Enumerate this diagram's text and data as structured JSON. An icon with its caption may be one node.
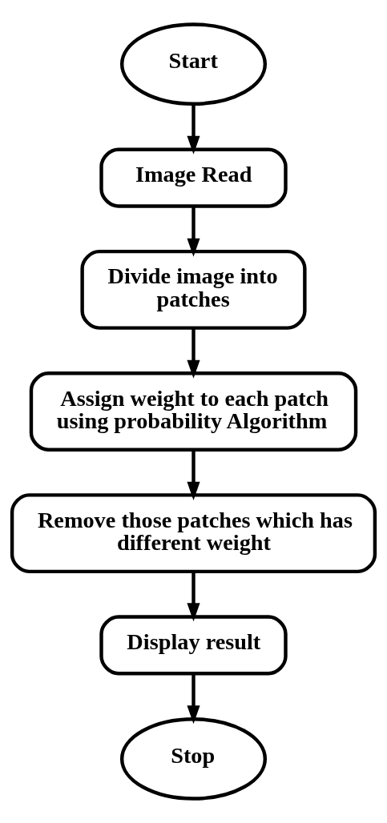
{
  "diagram": {
    "nodes": [
      {
        "text": [
          "Start"
        ]
      },
      {
        "text": [
          "Image Read"
        ]
      },
      {
        "text": [
          "Divide image into patches"
        ]
      },
      {
        "text": [
          "Assign weight to each patch using probability Algorithm"
        ]
      },
      {
        "text": [
          "Remove those patches which has different weight"
        ]
      },
      {
        "text": [
          "Display result"
        ]
      },
      {
        "text": [
          "Stop"
        ]
      }
    ],
    "edges": [
      {
        "from": 0,
        "to": 1,
        "arrow": "to"
      },
      {
        "from": 1,
        "to": 2,
        "arrow": "to"
      },
      {
        "from": 2,
        "to": 3,
        "arrow": "to"
      },
      {
        "from": 3,
        "to": 4,
        "arrow": "to"
      },
      {
        "from": 4,
        "to": 5,
        "arrow": "to"
      },
      {
        "from": 5,
        "to": 6,
        "arrow": "to"
      }
    ]
  }
}
